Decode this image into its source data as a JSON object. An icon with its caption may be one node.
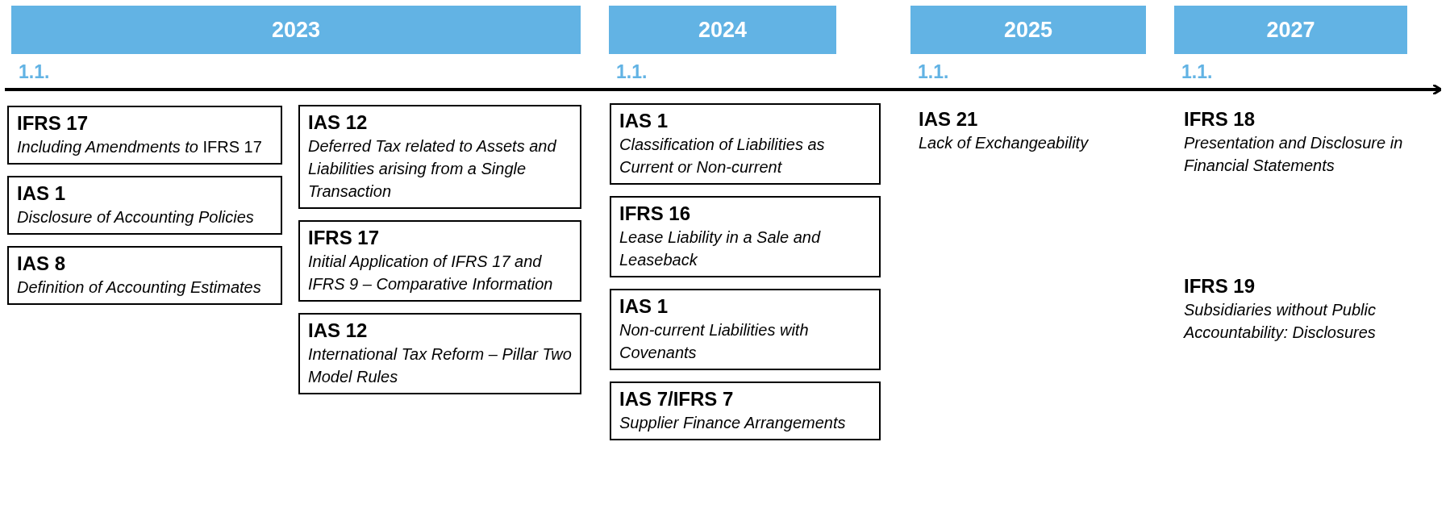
{
  "diagram": {
    "nodes": [
      {
        "text": [
          "2023"
        ]
      },
      {
        "text": [
          "2024"
        ]
      },
      {
        "text": [
          "2025"
        ]
      },
      {
        "text": [
          "2027"
        ]
      },
      {
        "text": [
          "IFRS 17",
          "*Including Amendments to* IFRS 17"
        ]
      },
      {
        "text": [
          "IAS 1",
          "Disclosure of Accounting Policies"
        ]
      },
      {
        "text": [
          "IAS 8",
          "Definition of Accounting Estimates"
        ]
      },
      {
        "text": [
          "IAS 12",
          "Deferred Tax related to Assets and Liabilities arising from a Single Transaction"
        ]
      },
      {
        "text": [
          "IFRS 17",
          "Initial Application of IFRS 17 and IFRS 9 – Comparative Information"
        ]
      },
      {
        "text": [
          "IAS 12",
          "International Tax Reform – Pillar Two Model Rules"
        ]
      },
      {
        "text": [
          "IAS 1",
          "Classification of Liabilities as Current or Non-current"
        ]
      },
      {
        "text": [
          "IFRS 16",
          "Lease Liability in a Sale and Leaseback"
        ]
      },
      {
        "text": [
          "IAS 1",
          "Non-current Liabilities with Covenants"
        ]
      },
      {
        "text": [
          "IAS 7/IFRS 7",
          "Supplier Finance Arrangements"
        ]
      }
    ],
    "labels": [
      "1.1.",
      "1.1.",
      "1.1.",
      "1.1.",
      "IAS 21",
      "Lack of Exchangeability",
      "IFRS 18",
      "Presentation and Disclosure in Financial Statements",
      "IFRS 19",
      "Subsidiaries without Public Accountability: Disclosures"
    ]
  }
}
